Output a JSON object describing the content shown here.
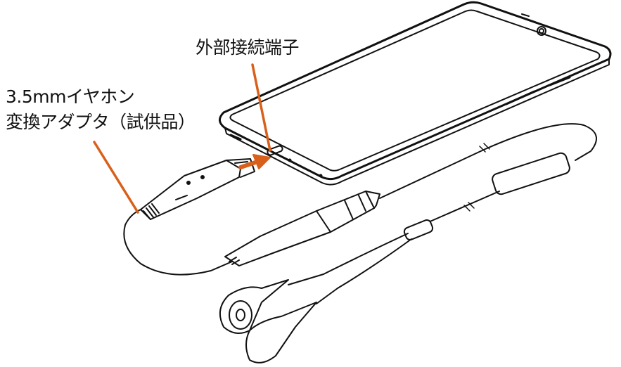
{
  "labels": {
    "port": "外部接続端子",
    "adapter_line1": "3.5mmイヤホン",
    "adapter_line2": "変換アダプタ（試供品）"
  },
  "colors": {
    "leader": "#d9601a",
    "line": "#111111"
  }
}
